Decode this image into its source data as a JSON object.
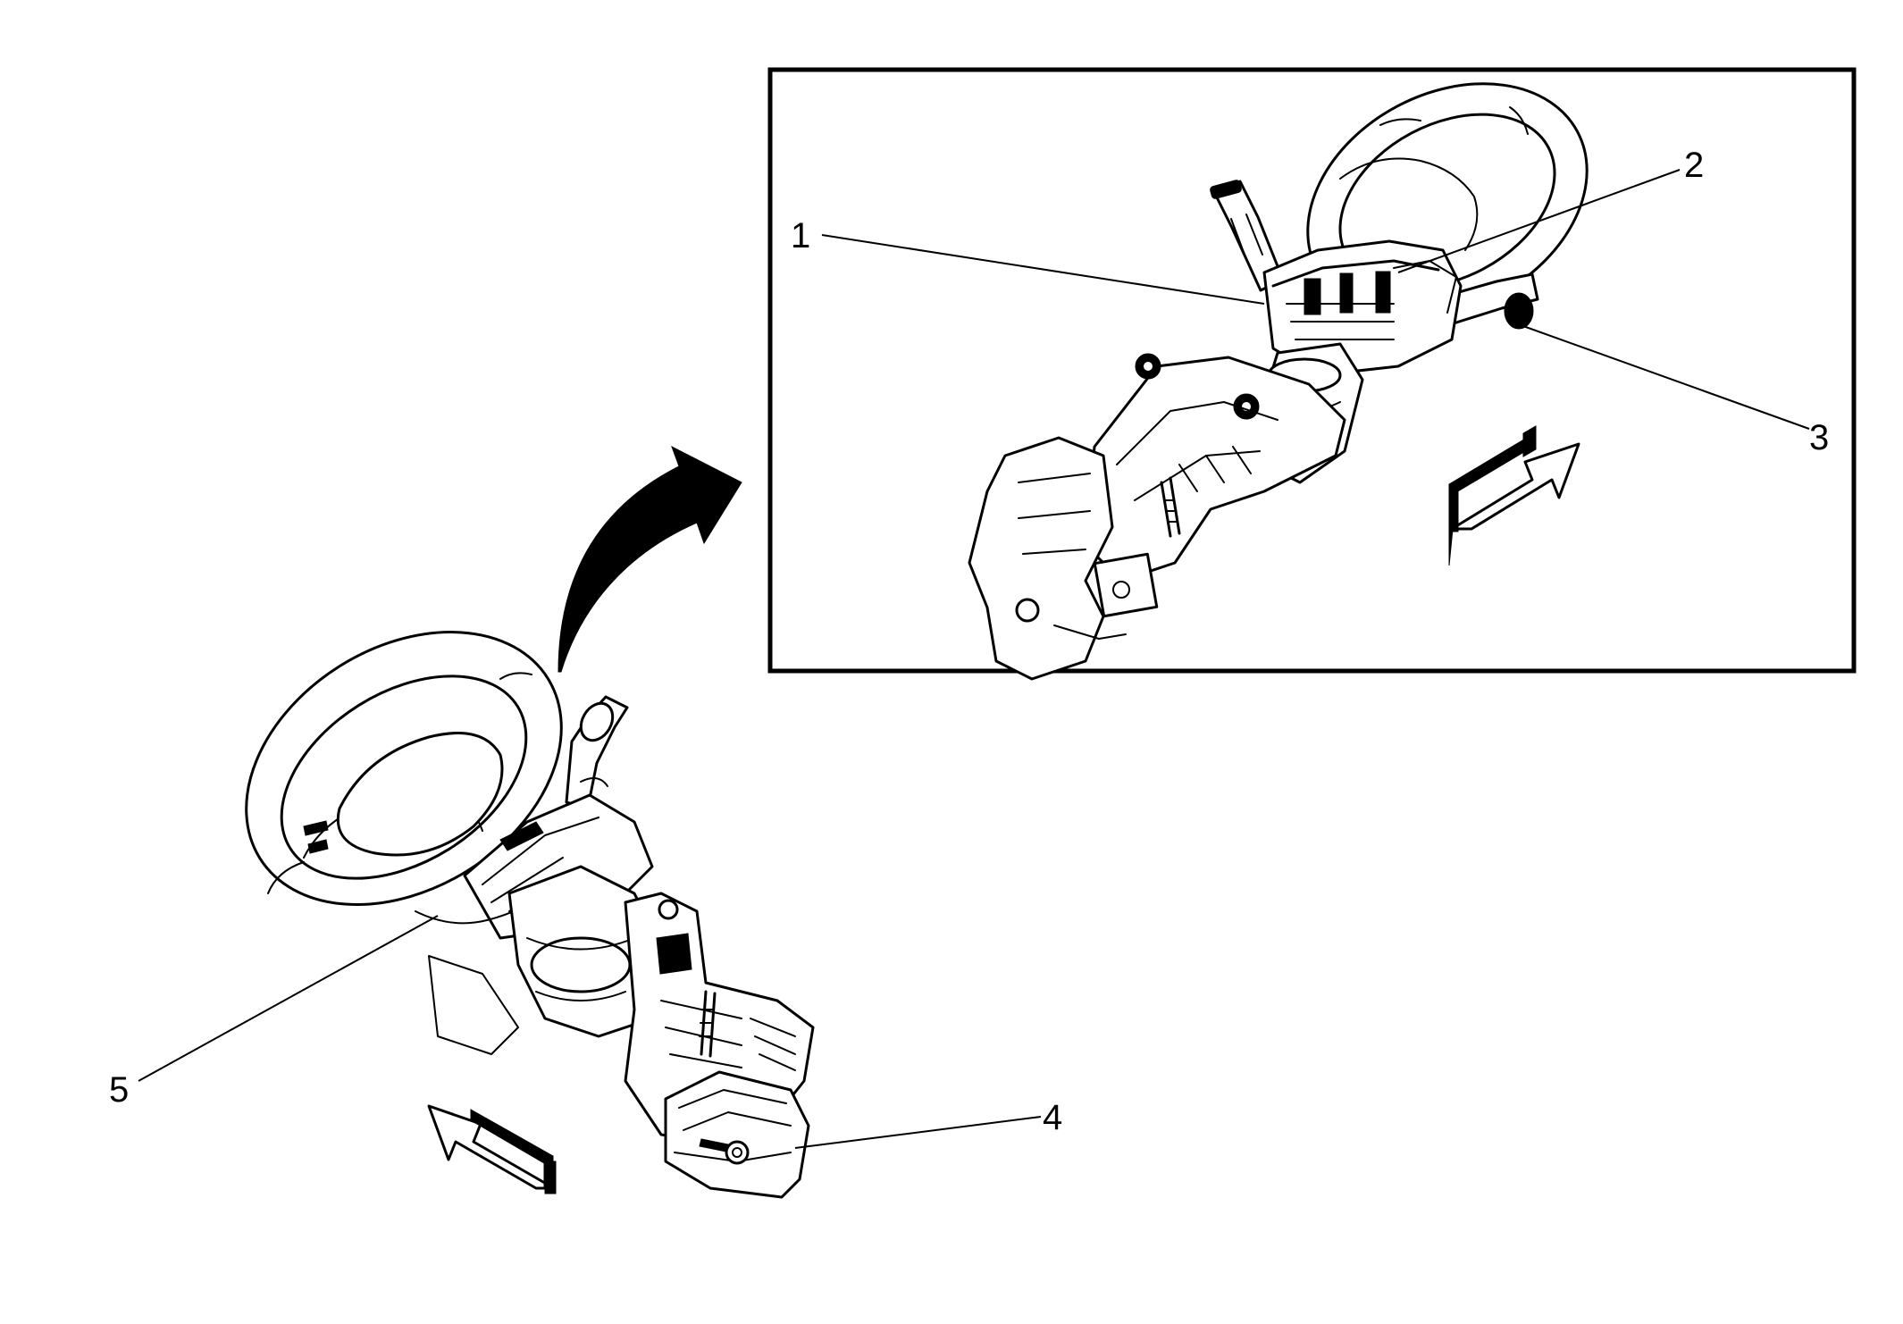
{
  "callouts": [
    {
      "id": "1",
      "label": "1"
    },
    {
      "id": "2",
      "label": "2"
    },
    {
      "id": "3",
      "label": "3"
    },
    {
      "id": "4",
      "label": "4"
    },
    {
      "id": "5",
      "label": "5"
    }
  ],
  "colors": {
    "ink": "#000000",
    "background": "#ffffff"
  },
  "icons": {
    "detail_transition": "curved-arrow-icon",
    "front_direction": "block-arrow-icon"
  }
}
